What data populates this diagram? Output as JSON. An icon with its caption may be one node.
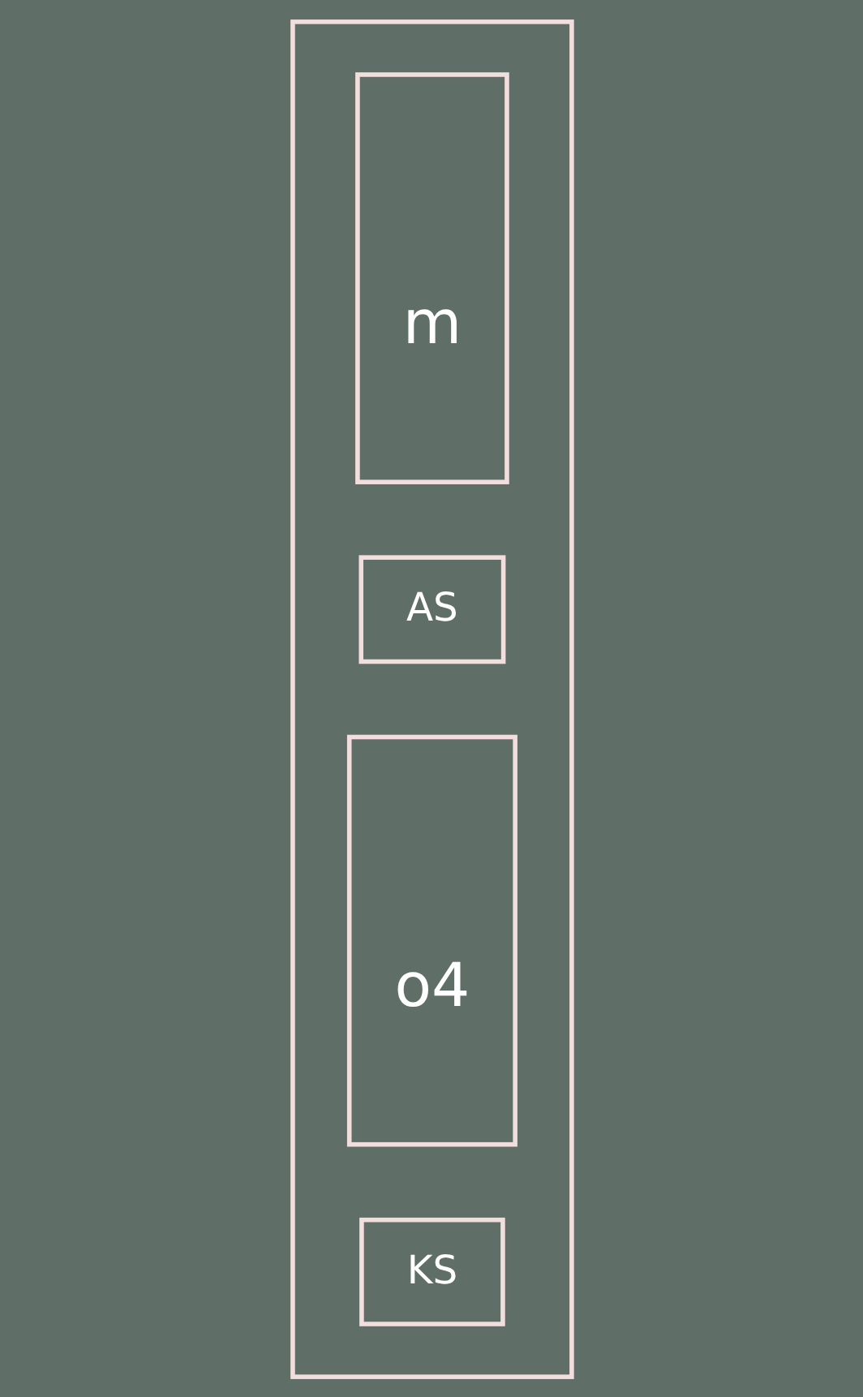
{
  "diagram": {
    "nodes": [
      {
        "text": [],
        "shape": "box"
      },
      {
        "text": [
          "m"
        ],
        "in": 0
      },
      {
        "text": [
          "AS"
        ],
        "in": 0
      },
      {
        "text": [
          "o4"
        ],
        "in": 0
      },
      {
        "text": [
          "KS"
        ],
        "in": 0
      }
    ]
  }
}
